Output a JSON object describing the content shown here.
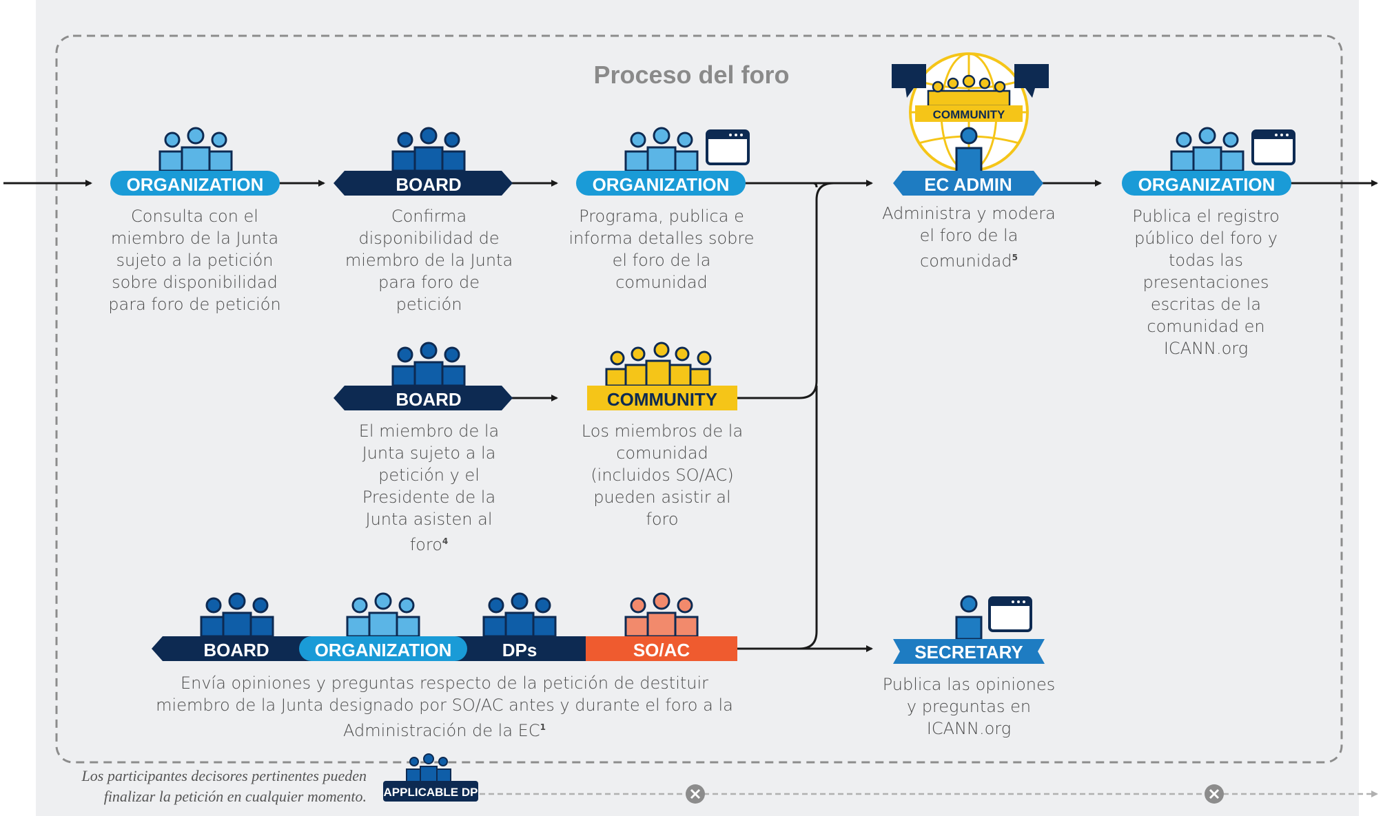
{
  "title": "Proceso del foro",
  "colors": {
    "navy": "#0d2a52",
    "org_blue": "#1a9bd7",
    "board_blue": "#0f5ea8",
    "light_blue": "#5bb5e6",
    "community_yellow": "#f5c518",
    "soac_orange": "#ef5b2f",
    "ec_admin_blue": "#1e7cc2"
  },
  "steps": {
    "org_consult": {
      "badge": "ORGANIZATION",
      "text": "Consulta con el miembro de la Junta sujeto a la petición sobre disponibilidad para foro de petición"
    },
    "board_confirm": {
      "badge": "BOARD",
      "text": "Confirma disponibilidad de miembro de la Junta para foro de petición"
    },
    "org_schedule": {
      "badge": "ORGANIZATION",
      "text": "Programa, publica e informa detalles sobre el foro de la comunidad"
    },
    "ec_admin": {
      "badge": "EC ADMIN",
      "globe_label": "COMMUNITY",
      "text": "Administra y modera el foro de la comunidad",
      "footnote": "5"
    },
    "org_publish": {
      "badge": "ORGANIZATION",
      "text": "Publica el registro público del foro y todas las presentaciones escritas de la comunidad en ICANN.org"
    },
    "board_attend": {
      "badge": "BOARD",
      "text": "El miembro de la Junta sujeto a la petición y el Presidente de la Junta asisten al foro",
      "footnote": "4"
    },
    "community_attend": {
      "badge": "COMMUNITY",
      "text": "Los miembros de la comunidad (incluidos SO/AC) pueden asistir al foro"
    },
    "multi_send": {
      "badges": [
        "BOARD",
        "ORGANIZATION",
        "DPs",
        "SO/AC"
      ],
      "text": "Envía opiniones y preguntas respecto de la petición de destituir miembro de la Junta designado por SO/AC antes y durante el foro a la Administración de la EC",
      "footnote": "1"
    },
    "secretary": {
      "badge": "SECRETARY",
      "text": "Publica las opiniones y preguntas en ICANN.org"
    }
  },
  "footer": {
    "note": "Los participantes decisores pertinentes pueden finalizar la petición en cualquier momento.",
    "badge": "APPLICABLE DP"
  }
}
